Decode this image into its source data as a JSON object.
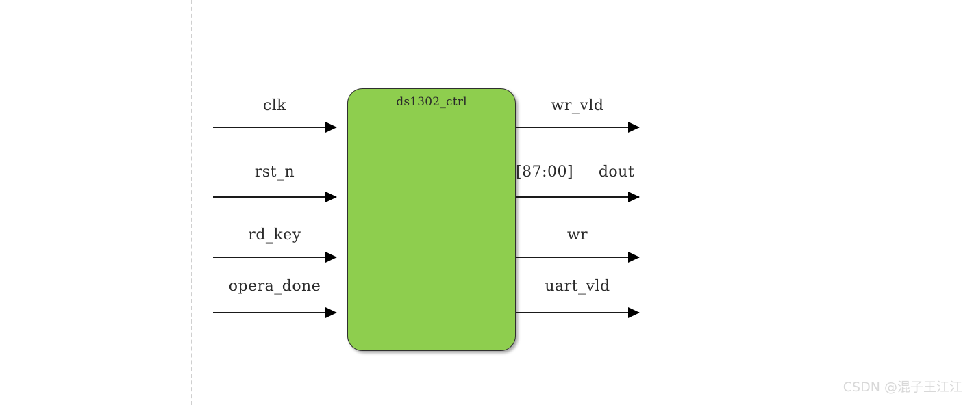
{
  "diagram": {
    "type": "block-diagram",
    "module": {
      "name": "ds1302_ctrl",
      "fill_color": "#8ece4e",
      "border_color": "#2f2f2f"
    },
    "inputs": [
      {
        "label": "clk",
        "bus": ""
      },
      {
        "label": "rst_n",
        "bus": ""
      },
      {
        "label": "rd_key",
        "bus": ""
      },
      {
        "label": "opera_done",
        "bus": ""
      }
    ],
    "outputs": [
      {
        "label": "wr_vld",
        "bus": ""
      },
      {
        "label": "dout",
        "bus": "[87:00]"
      },
      {
        "label": "wr",
        "bus": ""
      },
      {
        "label": "uart_vld",
        "bus": ""
      }
    ]
  },
  "watermark": {
    "text": "CSDN @混子王江江"
  }
}
